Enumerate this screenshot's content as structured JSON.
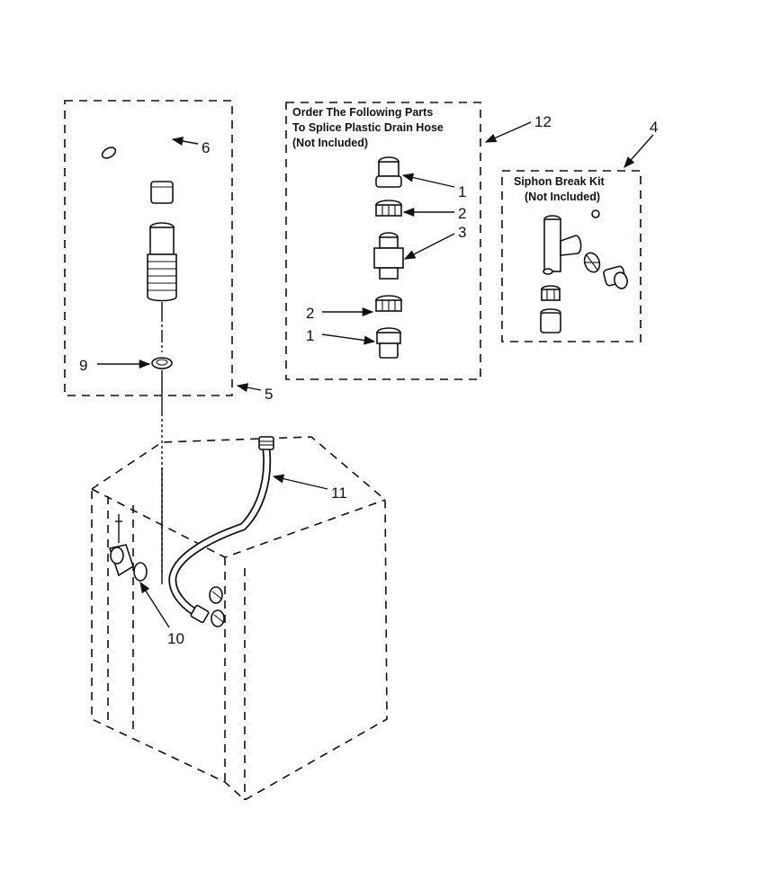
{
  "diagram": {
    "kit_12_caption": [
      "Order The Following Parts",
      "To Splice Plastic Drain Hose",
      "(Not Included)"
    ],
    "kit_4_caption": [
      "Siphon Break Kit",
      "(Not Included)"
    ],
    "callouts": {
      "c1a": "1",
      "c1b": "1",
      "c2a": "2",
      "c2b": "2",
      "c3": "3",
      "c4": "4",
      "c5": "5",
      "c6": "6",
      "c9": "9",
      "c10": "10",
      "c11": "11",
      "c12": "12"
    }
  }
}
